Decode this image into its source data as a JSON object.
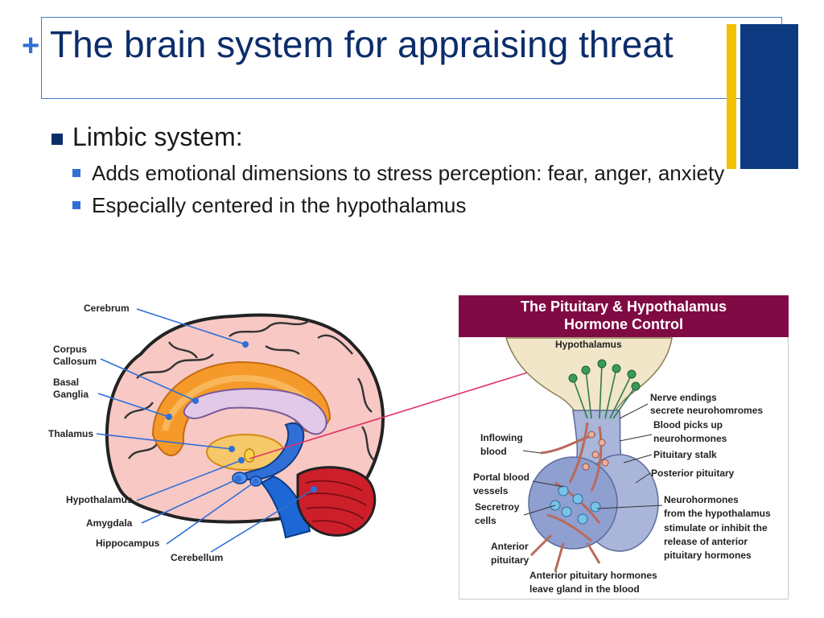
{
  "slide": {
    "title": "The brain system for appraising threat",
    "bullet": "Limbic system:",
    "sub_bullets": [
      "Adds emotional dimensions to stress perception: fear, anger, anxiety",
      "Especially centered in the hypothalamus"
    ]
  },
  "brain_figure": {
    "labels": {
      "cerebrum": "Cerebrum",
      "corpus1": "Corpus",
      "corpus2": "Callosum",
      "basal1": "Basal",
      "basal2": "Ganglia",
      "thalamus": "Thalamus",
      "hypothalamus": "Hypothalamus",
      "amygdala": "Amygdala",
      "hippocampus": "Hippocampus",
      "cerebellum": "Cerebellum"
    }
  },
  "pituitary_panel": {
    "header_line1": "The Pituitary & Hypothalamus",
    "header_line2": "Hormone Control",
    "labels": {
      "hypothalamus": "Hypothalamus",
      "nerve1": "Nerve endings",
      "nerve2": "secrete neurohomromes",
      "blood1": "Blood picks up",
      "blood2": "neurohormones",
      "stalk": "Pituitary stalk",
      "posterior": "Posterior pituitary",
      "inflow1": "Inflowing",
      "inflow2": "blood",
      "portal1": "Portal blood",
      "portal2": "vessels",
      "secretory1": "Secretroy",
      "secretory2": "cells",
      "neuro1": "Neurohormones",
      "neuro2": "from the hypothalamus",
      "neuro3": "stimulate or inhibit the",
      "neuro4": "release of anterior",
      "neuro5": "pituitary hormones",
      "anterior1": "Anterior",
      "anterior2": "pituitary",
      "leave1": "Anterior pituitary hormones",
      "leave2": "leave gland in the blood"
    }
  },
  "colors": {
    "title": "#0b2d6b",
    "accent_blue": "#0d3a80",
    "accent_yellow": "#f2c200",
    "panel_header": "#800a44"
  }
}
